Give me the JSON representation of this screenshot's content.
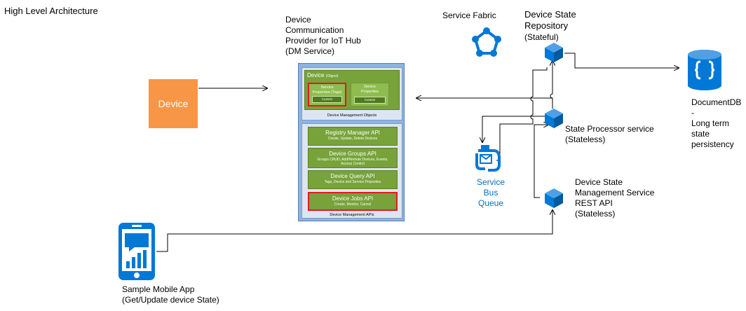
{
  "title": "High Level Architecture",
  "device": {
    "label": "Device"
  },
  "dm_service": {
    "label": "Device\nCommunication\nProvider for IoT Hub\n(DM Service)",
    "objects": {
      "device_title": "Device",
      "device_subtitle": "(Object)",
      "service_properties": "Service\nProperties (Tags)",
      "device_properties": "Device\nProperties",
      "custom_1": "Custom",
      "custom_2": "Custom",
      "caption": "Device Management Objects"
    },
    "apis": [
      {
        "name": "Registry Manager API",
        "desc": "Create, Update, Delete Devices"
      },
      {
        "name": "Device Groups API",
        "desc": "Groups CRUD, Add/Remote Devices, Events,\nAccess Control"
      },
      {
        "name": "Device Query API",
        "desc": "Tags, Device and Service Properties"
      },
      {
        "name": "Device Jobs API",
        "desc": "Create, Monitor, Cancel"
      }
    ],
    "apis_caption": "Device Management APIs"
  },
  "service_fabric": {
    "label": "Service Fabric"
  },
  "state_repository": {
    "label": "Device State\nRepository",
    "sub": "(Stateful)"
  },
  "documentdb": {
    "label": "DocumentDB -\nLong term\nstate\npersistency"
  },
  "state_processor": {
    "label": "State Processor service\n(Stateless)"
  },
  "service_bus": {
    "label": "Service Bus\nQueue"
  },
  "state_mgmt": {
    "label": "Device State\nManagement Service\nREST API\n (Stateless)"
  },
  "mobile_app": {
    "label": "Sample Mobile App\n(Get/Update device State)"
  },
  "colors": {
    "device": "#f79646",
    "azure_blue": "#0078d7",
    "api_green": "#77a33a",
    "highlight": "#e3191c"
  }
}
